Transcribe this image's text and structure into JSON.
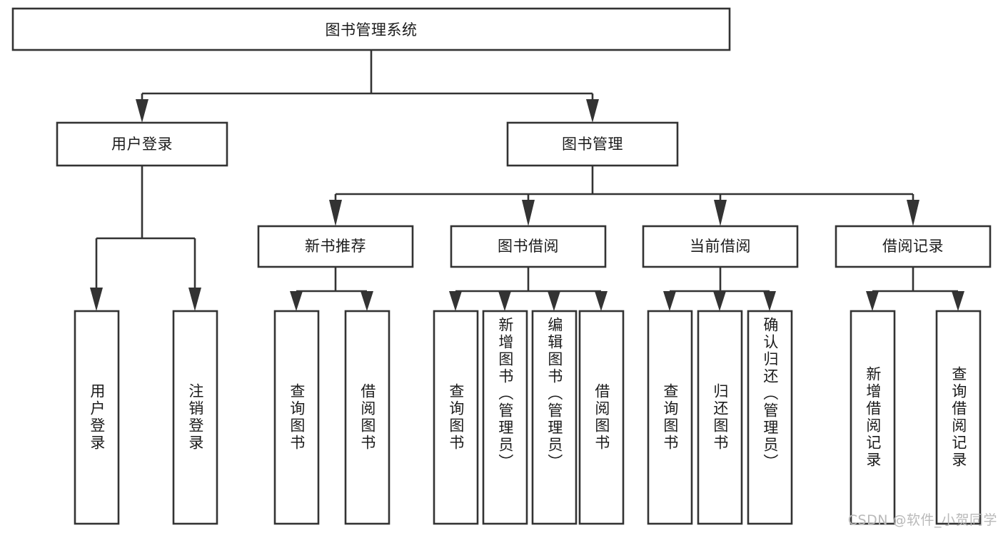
{
  "diagram": {
    "type": "tree",
    "title": "图书管理系统",
    "watermark": "CSDN @软件_小贺同学",
    "colors": {
      "stroke": "#333333",
      "fill": "#ffffff",
      "text": "#1b1b1b",
      "watermark": "#b9b9b9"
    },
    "levels": {
      "root": {
        "label": "图书管理系统"
      },
      "level2": [
        {
          "id": "user-login",
          "label": "用户登录"
        },
        {
          "id": "book-manage",
          "label": "图书管理"
        }
      ],
      "level3": [
        {
          "id": "new-book-recommend",
          "label": "新书推荐",
          "parent": "book-manage"
        },
        {
          "id": "book-borrow",
          "label": "图书借阅",
          "parent": "book-manage"
        },
        {
          "id": "current-borrow",
          "label": "当前借阅",
          "parent": "book-manage"
        },
        {
          "id": "borrow-record",
          "label": "借阅记录",
          "parent": "book-manage"
        }
      ],
      "leaves": [
        {
          "id": "leaf-user-login",
          "label": "用户登录",
          "parent": "user-login"
        },
        {
          "id": "leaf-logout",
          "label": "注销登录",
          "parent": "user-login"
        },
        {
          "id": "leaf-query-book-1",
          "label": "查询图书",
          "parent": "new-book-recommend"
        },
        {
          "id": "leaf-borrow-book-1",
          "label": "借阅图书",
          "parent": "new-book-recommend"
        },
        {
          "id": "leaf-query-book-2",
          "label": "查询图书",
          "parent": "book-borrow"
        },
        {
          "id": "leaf-add-book",
          "label": "新增图书（管理员）",
          "parent": "book-borrow"
        },
        {
          "id": "leaf-edit-book",
          "label": "编辑图书（管理员）",
          "parent": "book-borrow"
        },
        {
          "id": "leaf-borrow-book-2",
          "label": "借阅图书",
          "parent": "book-borrow"
        },
        {
          "id": "leaf-query-book-3",
          "label": "查询图书",
          "parent": "current-borrow"
        },
        {
          "id": "leaf-return-book",
          "label": "归还图书",
          "parent": "current-borrow"
        },
        {
          "id": "leaf-confirm-return",
          "label": "确认归还（管理员）",
          "parent": "current-borrow"
        },
        {
          "id": "leaf-add-record",
          "label": "新增借阅记录",
          "parent": "borrow-record"
        },
        {
          "id": "leaf-query-record",
          "label": "查询借阅记录",
          "parent": "borrow-record"
        }
      ]
    }
  }
}
